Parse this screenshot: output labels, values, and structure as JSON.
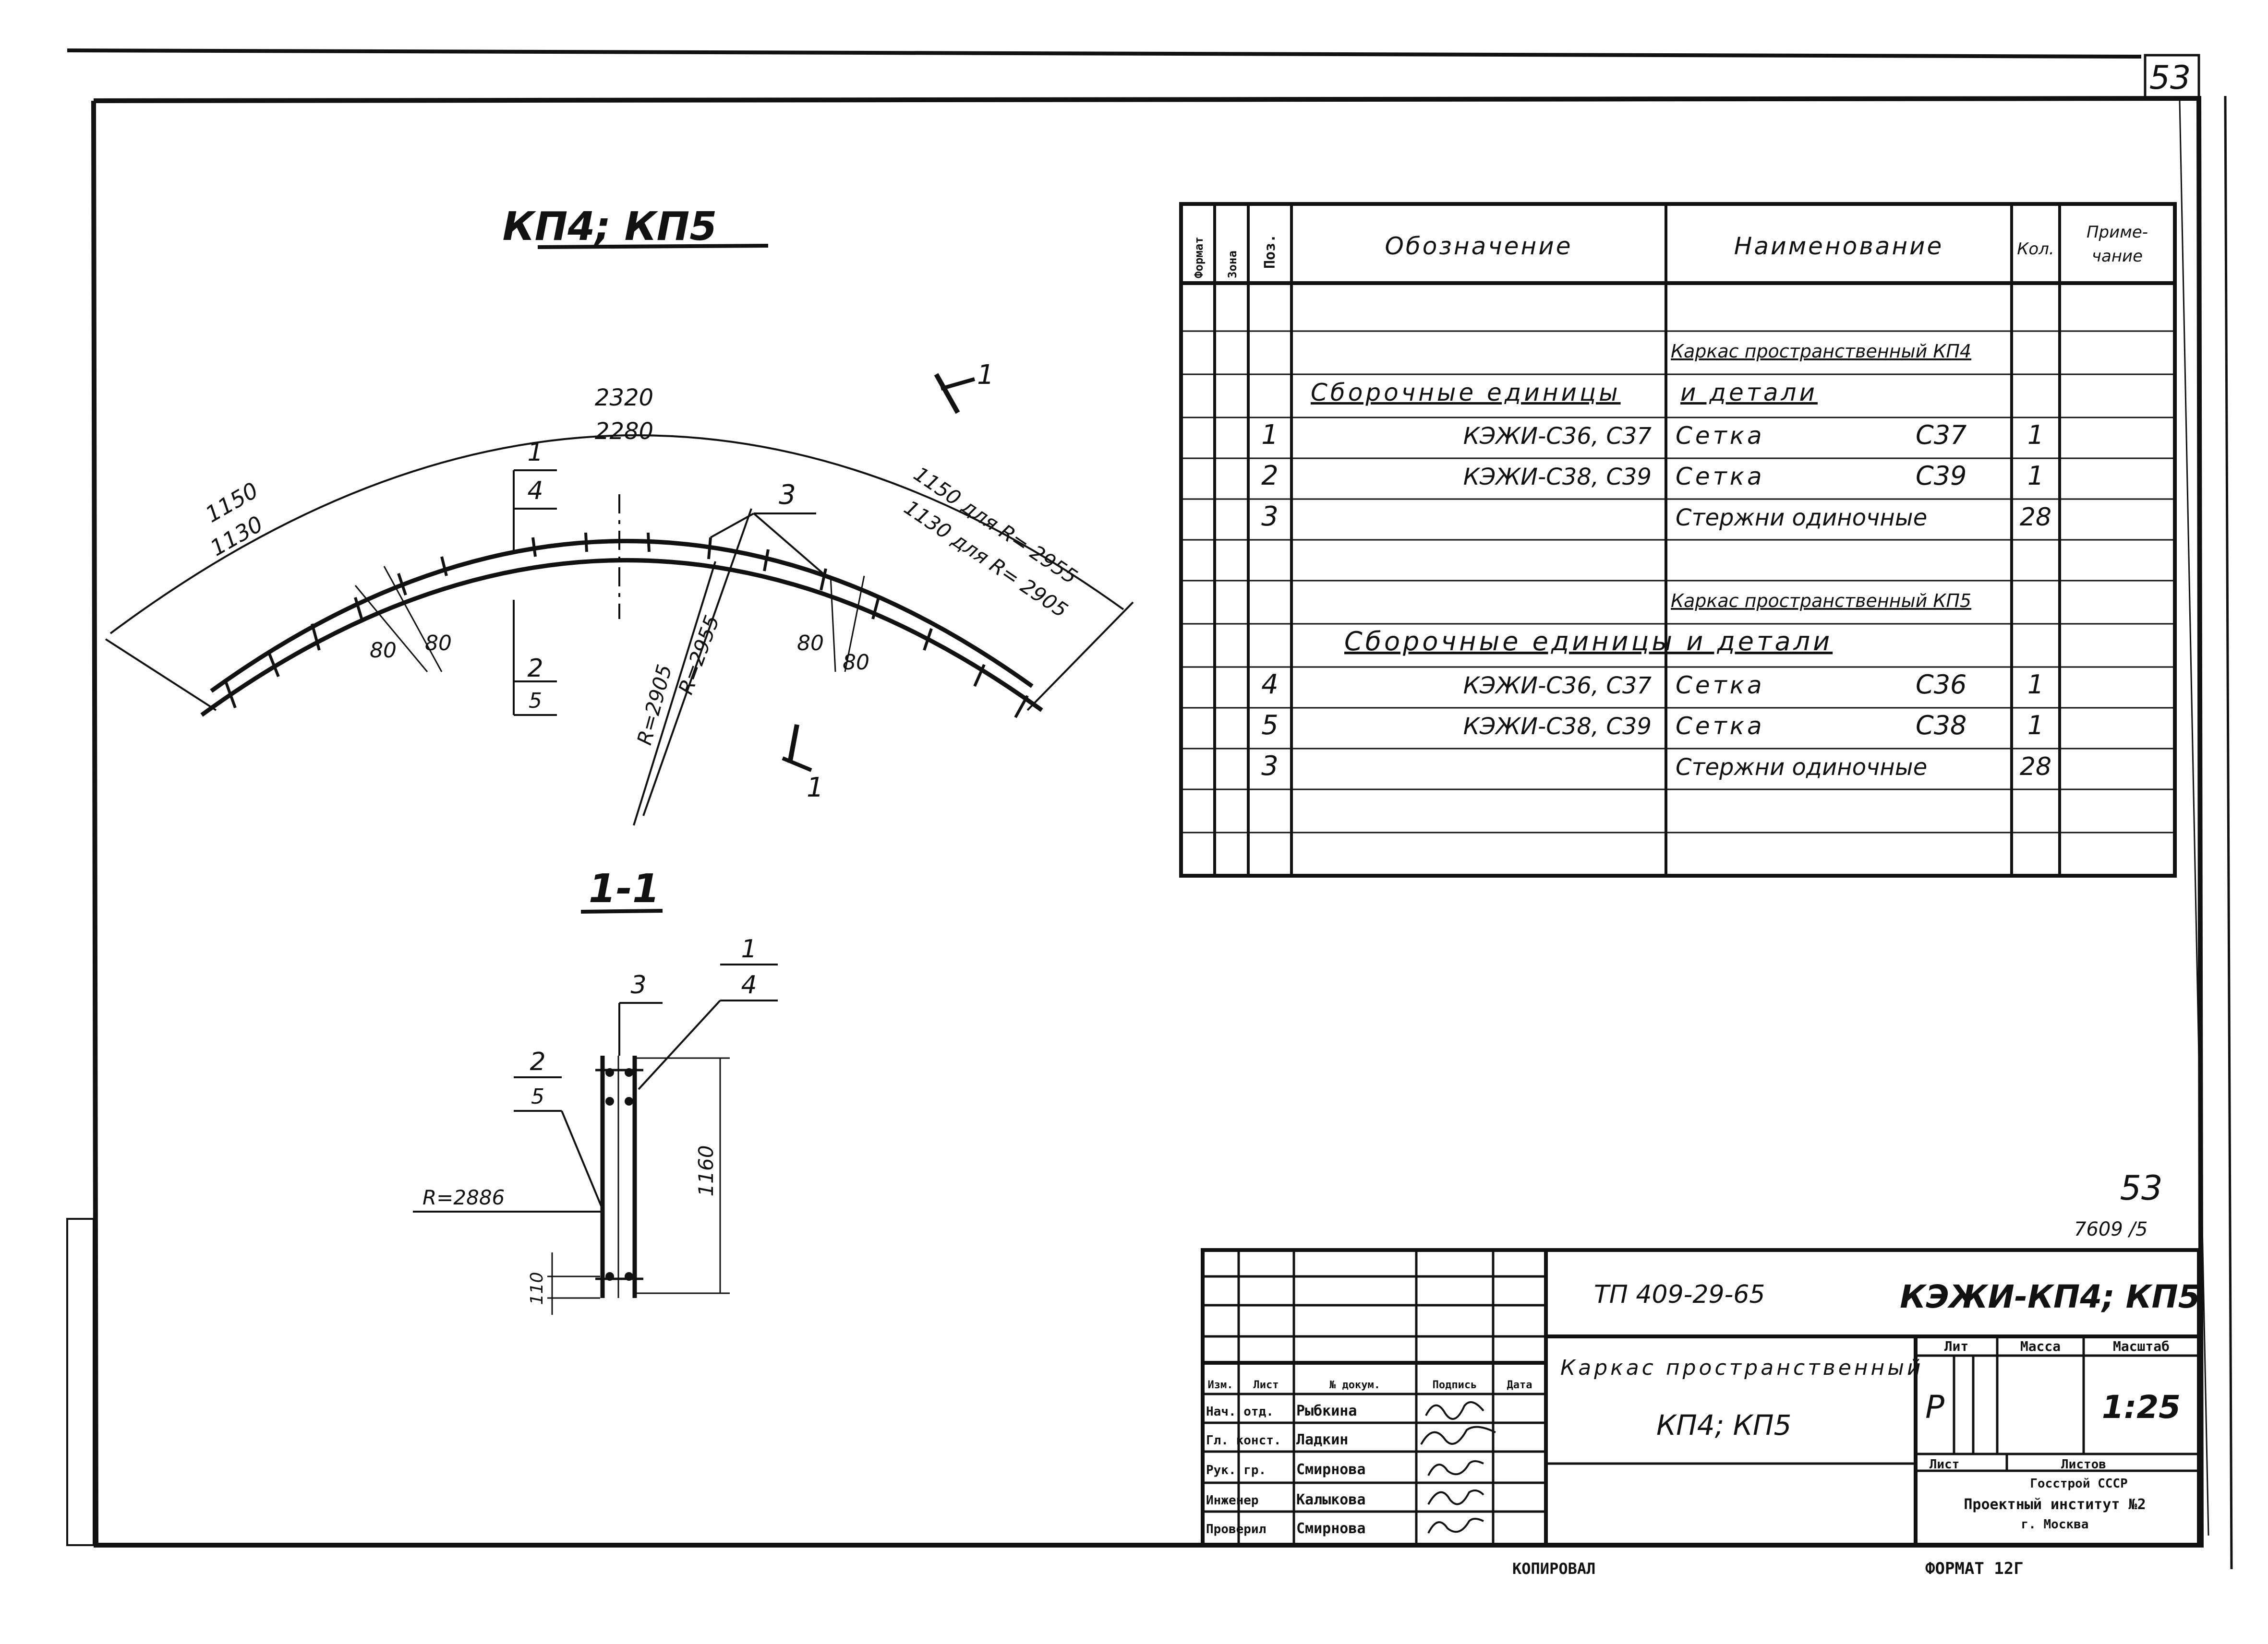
{
  "sheet": {
    "page_number": "53",
    "stamp_number": "53",
    "stamp_inventory": "7609 /5",
    "copied_label": "КОПИРОВАЛ",
    "format_label": "ФОРМАТ 12Г"
  },
  "plan_view": {
    "title": "КП4; КП5",
    "arc_outer_top": "2320",
    "arc_outer_bottom": "2280",
    "arc_left_top": "1150",
    "arc_left_bottom": "1130",
    "arc_right_top": "1150 для R= 2955",
    "arc_right_bottom": "1130 для R= 2905",
    "radius_a": "R=2955",
    "radius_b": "R=2905",
    "spacing_left_a": "80",
    "spacing_left_b": "80",
    "spacing_right_a": "80",
    "spacing_right_b": "80",
    "callout_1_top": "1",
    "callout_1_bottom": "4",
    "callout_2_top": "2",
    "callout_2_bottom": "5",
    "callout_3": "3",
    "section_mark_a": "1",
    "section_mark_b": "1"
  },
  "section_view": {
    "title": "1-1",
    "callout_3": "3",
    "callout_1_top": "1",
    "callout_1_bottom": "4",
    "callout_2_top": "2",
    "callout_2_bottom": "5",
    "radius": "R=2886",
    "height": "1160",
    "bottom_offset": "110"
  },
  "spec_table": {
    "headers": {
      "format": "Формат",
      "zone": "Зона",
      "pos": "Поз.",
      "designation": "Обозначение",
      "name": "Наименование",
      "qty": "Кол.",
      "note_line1": "Приме-",
      "note_line2": "чание"
    },
    "rows": [
      {
        "pos": "",
        "designation": "",
        "name": "Каркас пространственный КП4",
        "qty": ""
      },
      {
        "pos": "",
        "designation": "Сборочные единицы",
        "name": "и   детали",
        "qty": ""
      },
      {
        "pos": "1",
        "designation": "КЭЖИ-С36, С37",
        "name": "Сетка",
        "mark": "С37",
        "qty": "1"
      },
      {
        "pos": "2",
        "designation": "КЭЖИ-С38, С39",
        "name": "Сетка",
        "mark": "С39",
        "qty": "1"
      },
      {
        "pos": "3",
        "designation": "",
        "name": "Стержни одиночные",
        "qty": "28"
      },
      {
        "pos": "",
        "designation": "",
        "name": "",
        "qty": ""
      },
      {
        "pos": "",
        "designation": "",
        "name": "Каркас пространственный КП5",
        "qty": ""
      },
      {
        "pos": "",
        "designation": "",
        "name": "Сборочные единицы и детали",
        "qty": ""
      },
      {
        "pos": "4",
        "designation": "КЭЖИ-С36, С37",
        "name": "Сетка",
        "mark": "С36",
        "qty": "1"
      },
      {
        "pos": "5",
        "designation": "КЭЖИ-С38, С39",
        "name": "Сетка",
        "mark": "С38",
        "qty": "1"
      },
      {
        "pos": "3",
        "designation": "",
        "name": "Стержни одиночные",
        "qty": "28"
      },
      {
        "pos": "",
        "designation": "",
        "name": "",
        "qty": ""
      }
    ]
  },
  "title_block": {
    "project_code": "ТП 409-29-65",
    "drawing_code": "КЭЖИ-КП4; КП5",
    "title_line1": "Каркас пространственный",
    "title_line2": "КП4; КП5",
    "lit_header": "Лит",
    "mass_header": "Масса",
    "scale_header": "Масштаб",
    "lit_value": "Р",
    "scale_value": "1:25",
    "sheet_header": "Лист",
    "sheets_header": "Листов",
    "org_line1": "Госстрой СССР",
    "org_line2": "Проектный институт №2",
    "org_line3": "г. Москва",
    "col_headers": [
      "Изм.",
      "Лист",
      "№ докум.",
      "Подпись",
      "Дата"
    ],
    "staff": [
      {
        "role": "Нач. отд.",
        "name": "Рыбкина"
      },
      {
        "role": "Гл. конст.",
        "name": "Ладкин"
      },
      {
        "role": "Рук. гр.",
        "name": "Смирнова"
      },
      {
        "role": "Инженер",
        "name": "Калыкова"
      },
      {
        "role": "Проверил",
        "name": "Смирнова"
      }
    ]
  }
}
